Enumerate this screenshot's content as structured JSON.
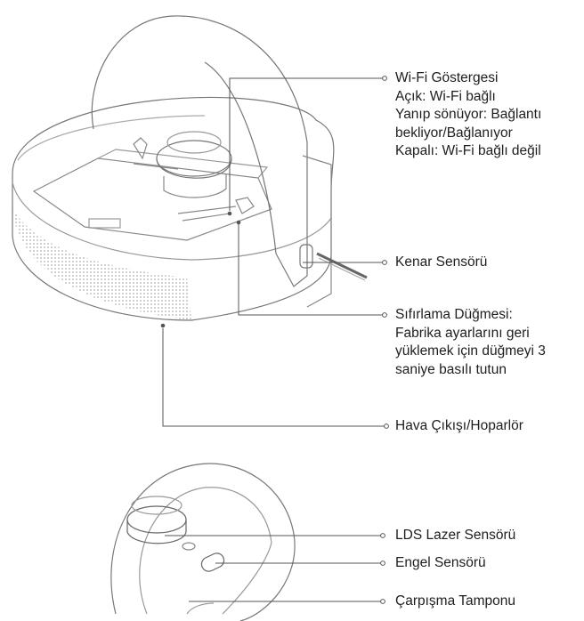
{
  "labels": {
    "wifi": {
      "lines": [
        "Wi-Fi Göstergesi",
        "Açık: Wi-Fi bağlı",
        "Yanıp sönüyor: Bağlantı",
        "bekliyor/Bağlanıyor",
        "Kapalı: Wi-Fi bağlı değil"
      ]
    },
    "edge": {
      "lines": [
        "Kenar Sensörü"
      ]
    },
    "reset": {
      "lines": [
        "Sıfırlama Düğmesi:",
        "Fabrika ayarlarını geri",
        "yüklemek için düğmeyi 3",
        "saniye basılı tutun"
      ]
    },
    "air": {
      "lines": [
        "Hava Çıkışı/Hoparlör"
      ]
    },
    "lds": {
      "lines": [
        "LDS Lazer Sensörü"
      ]
    },
    "obstacle": {
      "lines": [
        "Engel Sensörü"
      ]
    },
    "bumper": {
      "lines": [
        "Çarpışma Tamponu"
      ]
    }
  }
}
